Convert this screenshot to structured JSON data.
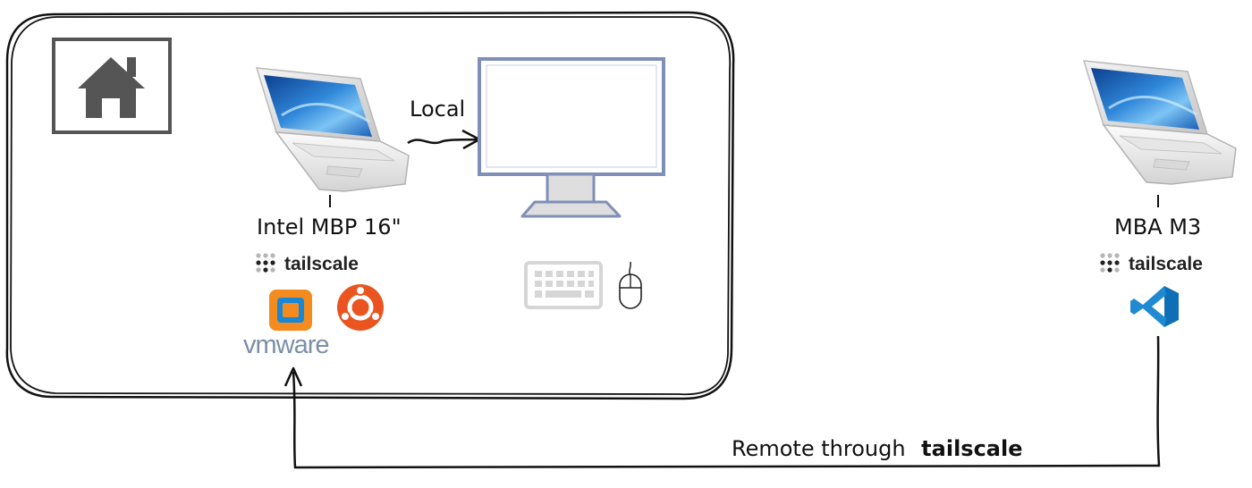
{
  "home_box": {
    "icon": "house-icon"
  },
  "local_machine": {
    "label": "Intel MBP 16\"",
    "network": "tailscale",
    "apps": [
      "vmware",
      "ubuntu"
    ],
    "vmware_label": "vmware"
  },
  "monitor": {
    "connection_label": "Local",
    "peripherals": [
      "keyboard",
      "mouse"
    ]
  },
  "remote_machine": {
    "label": "MBA M3",
    "network": "tailscale",
    "apps": [
      "vscode"
    ]
  },
  "connection": {
    "label_prefix": "Remote through",
    "label_bold": "tailscale"
  },
  "colors": {
    "outline": "#111111",
    "house": "#555555",
    "monitor_frame": "#7f8fb8",
    "vmware_orange": "#f38b1f",
    "ubuntu_orange": "#e95420",
    "vscode_blue": "#1f8ad2",
    "peripheral_gray": "#d6d6d6"
  }
}
